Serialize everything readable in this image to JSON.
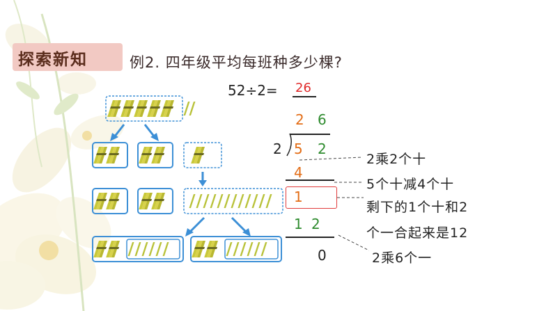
{
  "header": {
    "banner_label": "探索新知",
    "question": "例2. 四年级平均每班种多少棵?"
  },
  "equation": {
    "expression": "52÷2=",
    "answer": "26"
  },
  "long_division": {
    "divisor": "2",
    "dividend_tens": "5",
    "dividend_ones": "2",
    "quotient_tens": "2",
    "quotient_ones": "6",
    "product_1": "4",
    "remainder_1": "1",
    "bring_down_tens": "1",
    "bring_down_ones": "2",
    "final_remainder": "0"
  },
  "annotations": {
    "step_1": "2乘2个十",
    "step_2": "5个十减4个十",
    "step_3a": "剩下的1个十和2",
    "step_3b": "个一合起来是12",
    "step_4": "2乘6个一"
  },
  "colors": {
    "banner_bg": "#f2c9c3",
    "quotient_red": "#e02a2a",
    "tens_orange": "#e36d16",
    "ones_green": "#2e8b2e",
    "box_blue": "#3c8fd6",
    "stick_yellow": "#c8c83a"
  }
}
